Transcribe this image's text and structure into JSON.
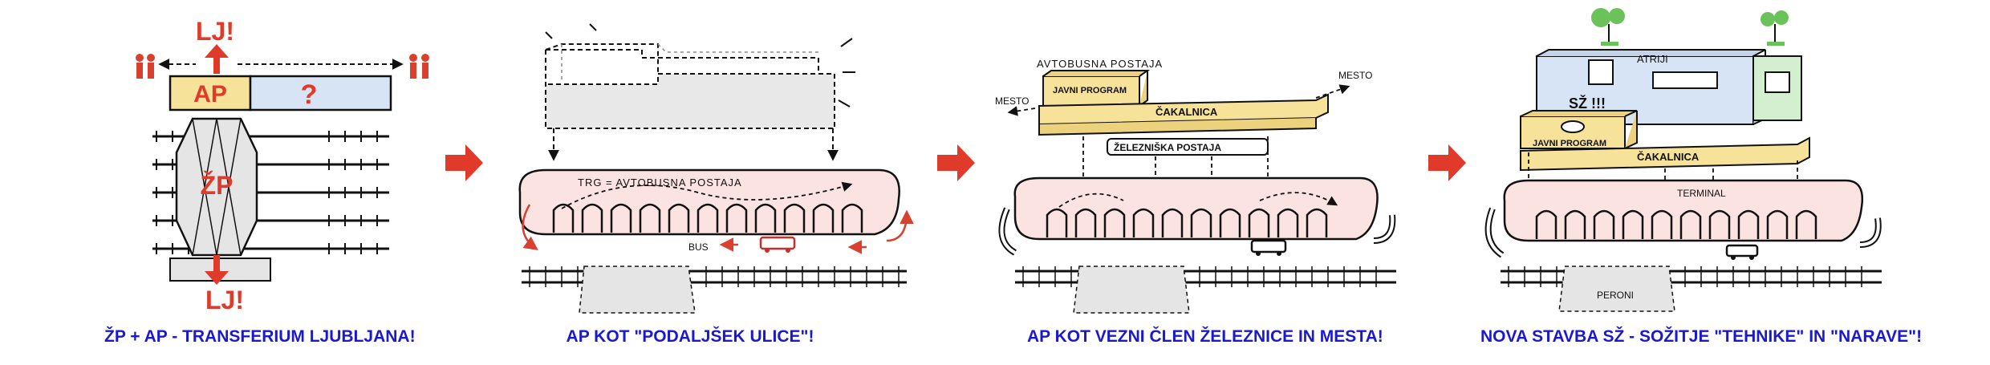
{
  "panels": [
    {
      "caption": "ŽP + AP - TRANSFERIUM LJUBLJANA!",
      "labels": {
        "lj_top": "LJ!",
        "ap": "AP",
        "question": "?",
        "zp": "ŽP",
        "lj_bottom": "LJ!"
      }
    },
    {
      "caption": "AP KOT \"PODALJŠEK ULICE\"!",
      "labels": {
        "trg": "TRG = AVTOBUSNA POSTAJA",
        "bus": "BUS"
      }
    },
    {
      "caption": "AP KOT VEZNI ČLEN ŽELEZNICE IN MESTA!",
      "labels": {
        "avtobusna": "AVTOBUSNA POSTAJA",
        "javni": "JAVNI PROGRAM",
        "cakalnica": "ČAKALNICA",
        "mesto_left": "MESTO",
        "mesto_right": "MESTO",
        "zelezniska": "ŽELEZNIŠKA POSTAJA"
      }
    },
    {
      "caption": "NOVA STAVBA SŽ - SOŽITJE \"TEHNIKE\" IN \"NARAVE\"!",
      "labels": {
        "atriji": "ATRIJI",
        "sz": "SŽ !!!",
        "javni": "JAVNI PROGRAM",
        "cakalnica": "ČAKALNICA",
        "terminal": "TERMINAL",
        "peroni": "PERONI"
      }
    }
  ],
  "colors": {
    "caption": "#1a1acc",
    "accent_red": "#e03a2a",
    "ap_yellow": "#f7e29a",
    "question_blue": "#d6e4f5",
    "terminal_pink": "#fbe3e1",
    "building_grey": "#e6e6e6",
    "green": "#6cc25a"
  }
}
